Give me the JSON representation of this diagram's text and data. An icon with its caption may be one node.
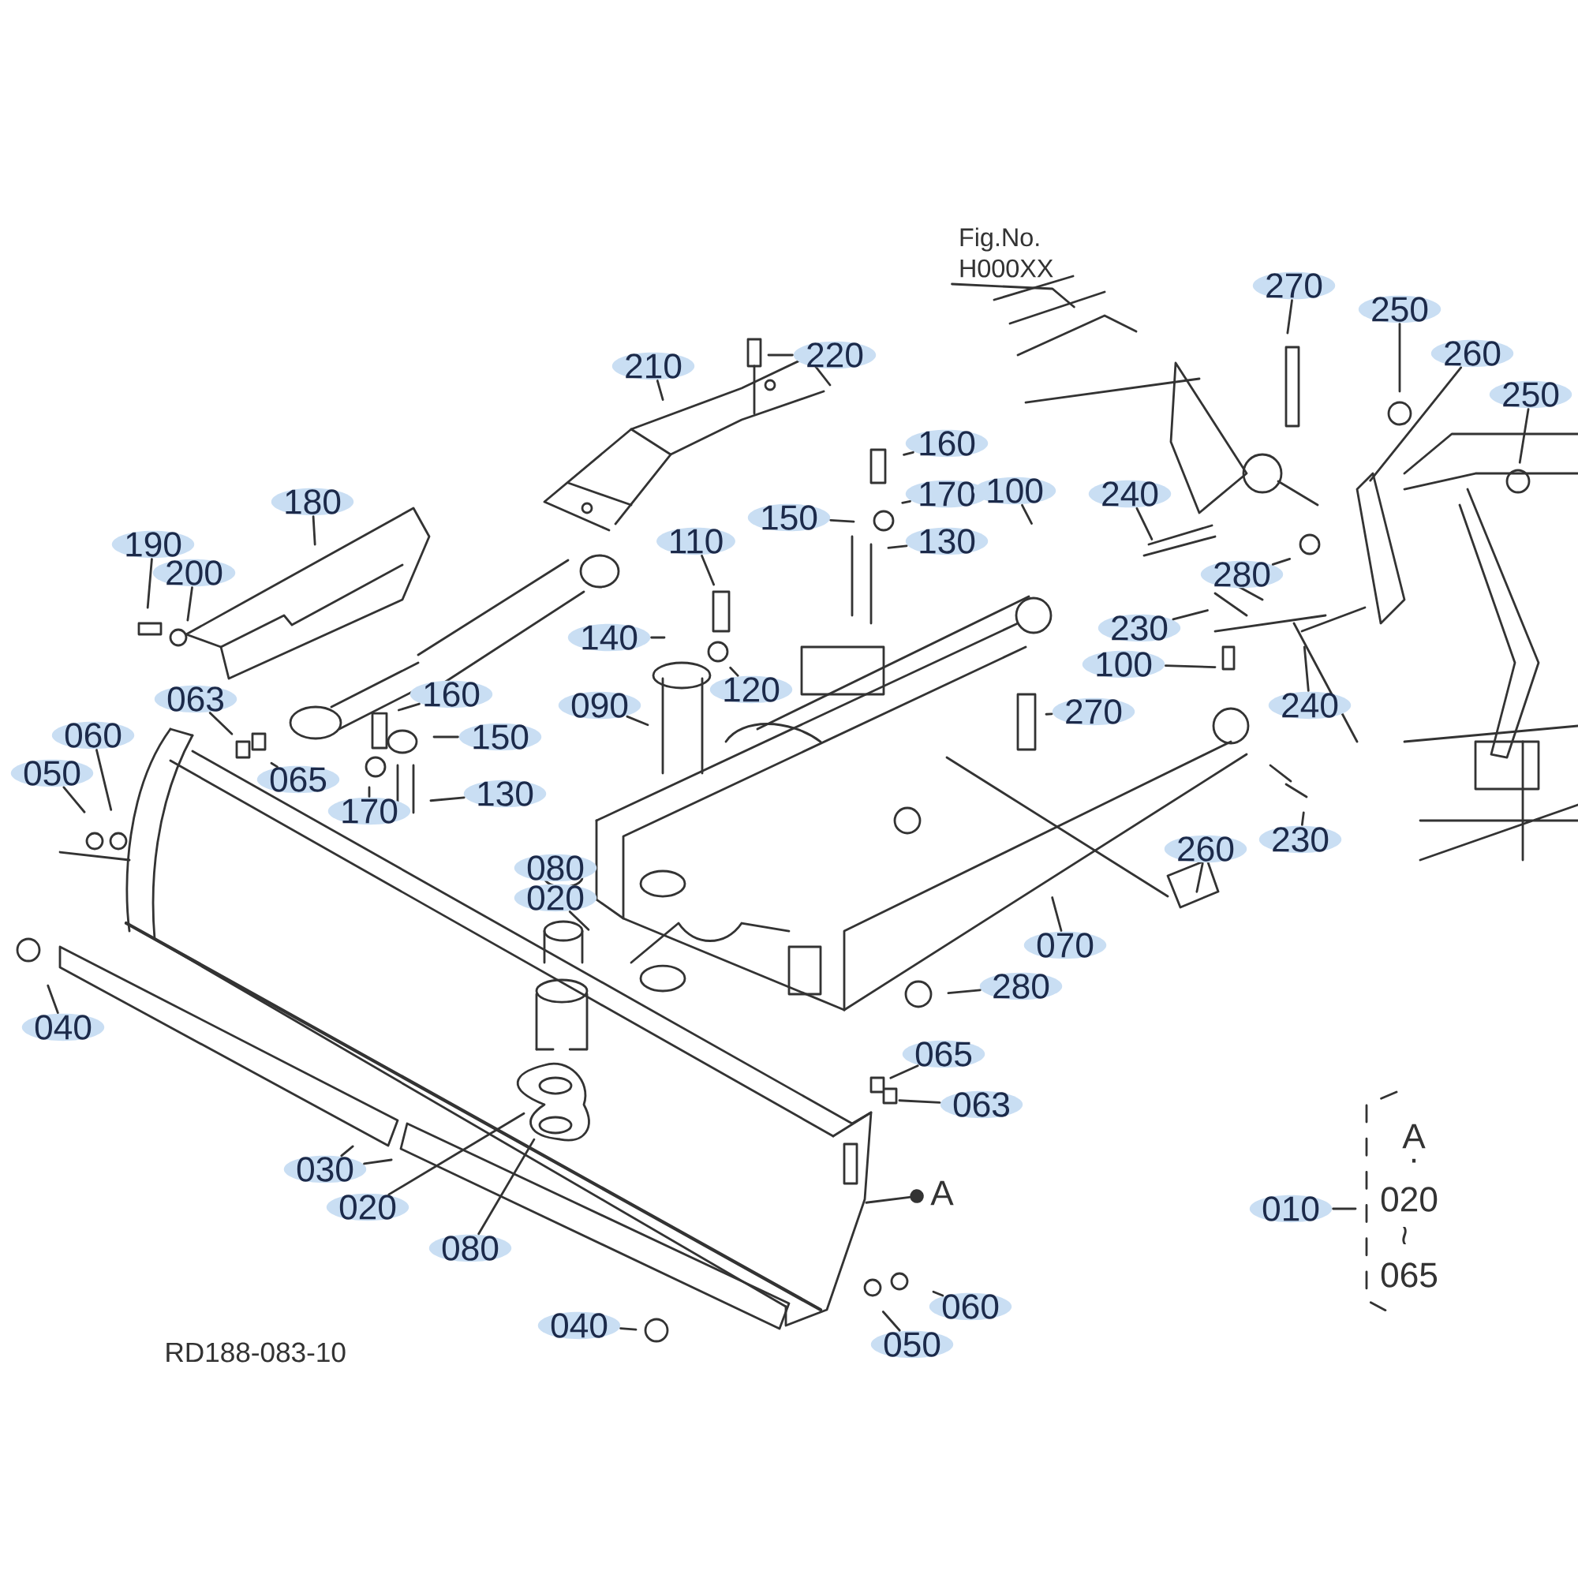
{
  "diagram": {
    "nodes": [
      {
        "text": [
          "Fig.No. H000XX"
        ]
      },
      {
        "text": [
          "270"
        ]
      },
      {
        "text": [
          "250"
        ]
      },
      {
        "text": [
          "220"
        ]
      },
      {
        "text": [
          "260"
        ]
      },
      {
        "text": [
          "210"
        ]
      },
      {
        "text": [
          "250"
        ]
      },
      {
        "text": [
          "180"
        ]
      },
      {
        "text": [
          "160"
        ]
      },
      {
        "text": [
          "170"
        ]
      },
      {
        "text": [
          "100"
        ]
      },
      {
        "text": [
          "190"
        ]
      },
      {
        "text": [
          "200"
        ]
      },
      {
        "text": [
          "150"
        ]
      },
      {
        "text": [
          "130"
        ]
      },
      {
        "text": [
          "240"
        ]
      },
      {
        "text": [
          "110"
        ]
      },
      {
        "text": [
          "280"
        ]
      },
      {
        "text": [
          "140"
        ]
      },
      {
        "text": [
          "120"
        ]
      },
      {
        "text": [
          "230"
        ]
      },
      {
        "text": [
          "100"
        ]
      },
      {
        "text": [
          "063"
        ]
      },
      {
        "text": [
          "160"
        ]
      },
      {
        "text": [
          "240"
        ]
      },
      {
        "text": [
          "090"
        ]
      },
      {
        "text": [
          "270"
        ]
      },
      {
        "text": [
          "150"
        ]
      },
      {
        "text": [
          "060"
        ]
      },
      {
        "text": [
          "065"
        ]
      },
      {
        "text": [
          "050"
        ]
      },
      {
        "text": [
          "170"
        ]
      },
      {
        "text": [
          "130"
        ]
      },
      {
        "text": [
          "230"
        ]
      },
      {
        "text": [
          "260"
        ]
      },
      {
        "text": [
          "020"
        ]
      },
      {
        "text": [
          "070"
        ]
      },
      {
        "text": [
          "040"
        ]
      },
      {
        "text": [
          "280"
        ]
      },
      {
        "text": [
          "065"
        ]
      },
      {
        "text": [
          "063"
        ]
      },
      {
        "text": [
          "A"
        ]
      },
      {
        "text": [
          "030"
        ]
      },
      {
        "text": [
          "020"
        ]
      },
      {
        "text": [
          "010"
        ]
      },
      {
        "text": [
          "080"
        ]
      },
      {
        "text": [
          "060"
        ]
      },
      {
        "text": [
          "040"
        ]
      },
      {
        "text": [
          "050"
        ]
      },
      {
        "text": [
          "080"
        ]
      }
    ],
    "edges": [
      {
        "from": 0,
        "to": null,
        "arrow": "none"
      },
      {
        "from": 1,
        "to": null,
        "arrow": "none"
      },
      {
        "from": 2,
        "to": null,
        "arrow": "none"
      },
      {
        "from": 3,
        "to": null,
        "arrow": "none"
      },
      {
        "from": 4,
        "to": null,
        "arrow": "none"
      },
      {
        "from": 5,
        "to": null,
        "arrow": "none"
      },
      {
        "from": 6,
        "to": null,
        "arrow": "none"
      },
      {
        "from": 7,
        "to": null,
        "arrow": "none"
      },
      {
        "from": 8,
        "to": null,
        "arrow": "none"
      },
      {
        "from": 9,
        "to": null,
        "arrow": "none"
      },
      {
        "from": 10,
        "to": null,
        "arrow": "none"
      },
      {
        "from": 11,
        "to": null,
        "arrow": "none"
      },
      {
        "from": 12,
        "to": null,
        "arrow": "none"
      },
      {
        "from": 13,
        "to": null,
        "arrow": "none"
      },
      {
        "from": 14,
        "to": null,
        "arrow": "none"
      },
      {
        "from": 15,
        "to": null,
        "arrow": "none"
      },
      {
        "from": 16,
        "to": null,
        "arrow": "none"
      },
      {
        "from": 17,
        "to": null,
        "arrow": "none"
      },
      {
        "from": 18,
        "to": null,
        "arrow": "none"
      },
      {
        "from": 19,
        "to": null,
        "arrow": "none"
      },
      {
        "from": 20,
        "to": null,
        "arrow": "none"
      },
      {
        "from": 21,
        "to": null,
        "arrow": "none"
      },
      {
        "from": 22,
        "to": null,
        "arrow": "none"
      },
      {
        "from": 23,
        "to": null,
        "arrow": "none"
      },
      {
        "from": 24,
        "to": null,
        "arrow": "none"
      },
      {
        "from": 25,
        "to": null,
        "arrow": "none"
      },
      {
        "from": 26,
        "to": null,
        "arrow": "none"
      },
      {
        "from": 27,
        "to": null,
        "arrow": "none"
      },
      {
        "from": 28,
        "to": null,
        "arrow": "none"
      },
      {
        "from": 29,
        "to": null,
        "arrow": "none"
      },
      {
        "from": 30,
        "to": null,
        "arrow": "none"
      },
      {
        "from": 31,
        "to": null,
        "arrow": "none"
      },
      {
        "from": 32,
        "to": null,
        "arrow": "none"
      },
      {
        "from": 33,
        "to": null,
        "arrow": "none"
      },
      {
        "from": 34,
        "to": null,
        "arrow": "none"
      },
      {
        "from": 35,
        "to": null,
        "arrow": "none"
      },
      {
        "from": 36,
        "to": null,
        "arrow": "none"
      },
      {
        "from": 37,
        "to": null,
        "arrow": "none"
      },
      {
        "from": 38,
        "to": null,
        "arrow": "none"
      },
      {
        "from": 39,
        "to": null,
        "arrow": "none"
      },
      {
        "from": 40,
        "to": null,
        "arrow": "none"
      },
      {
        "from": 41,
        "to": null,
        "arrow": "other"
      },
      {
        "from": 42,
        "to": null,
        "arrow": "none"
      },
      {
        "from": 42,
        "to": null,
        "arrow": "none"
      },
      {
        "from": 43,
        "to": null,
        "arrow": "none"
      },
      {
        "from": 44,
        "to": null,
        "arrow": "none"
      },
      {
        "from": 45,
        "to": null,
        "arrow": "none"
      },
      {
        "from": 46,
        "to": null,
        "arrow": "none"
      },
      {
        "from": 47,
        "to": null,
        "arrow": "none"
      },
      {
        "from": 48,
        "to": null,
        "arrow": "none"
      }
    ],
    "labels": [
      "A",
      "·",
      "020",
      "~",
      "065",
      "RD188-083-10"
    ]
  }
}
